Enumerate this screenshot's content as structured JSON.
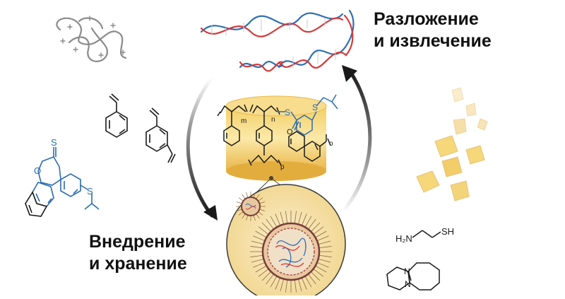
{
  "labels": {
    "degradation_line1": "Разложение",
    "degradation_line2": "и извлечение",
    "incorporation_line1": "Внедрение",
    "incorporation_line2": "и хранение"
  },
  "structure_text": {
    "m": "m",
    "n": "n",
    "p": "p",
    "o": "o",
    "S_polymer": "S",
    "S_thioether": "S",
    "S_monomer_thione": "S",
    "O_monomer": "O",
    "S_monomer_thioether": "S",
    "O_carbonyl": "O",
    "H2N": "H₂N",
    "SH": "SH",
    "N1": "N",
    "N2": "N"
  },
  "colors": {
    "text": "#111111",
    "bond_black": "#1a1a1a",
    "bond_blue": "#2b6bb0",
    "pill_fill": "#f6d77a",
    "pill_edge": "#e7b84a",
    "zoom_fill": "#f8e6b8",
    "dna_blue": "#2f6fb3",
    "dna_red": "#d43a3a",
    "arrow": "#222222"
  }
}
